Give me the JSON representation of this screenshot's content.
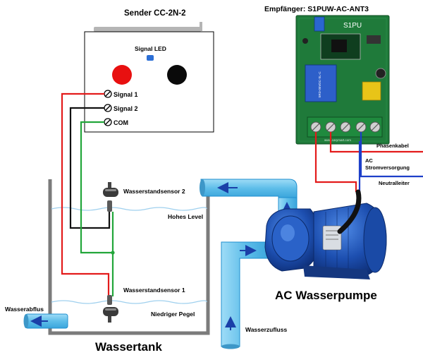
{
  "sender": {
    "title": "Sender CC-2N-2",
    "led_label": "Signal LED",
    "terminals": [
      "Signal 1",
      "Signal 2",
      "COM"
    ]
  },
  "receiver": {
    "title": "Empfänger: S1PUW-AC-ANT3",
    "logo": "S1PU",
    "relay_text": "SRD-05VDC-SL-C",
    "board_text": "www.carymart.com",
    "phase_label": "Phasenkabel",
    "ac_label_1": "AC",
    "ac_label_2": "Stromversorgung",
    "neutral_label": "Neutralleiter"
  },
  "tank": {
    "title": "Wassertank",
    "sensor2": "Wasserstandsensor 2",
    "sensor1": "Wasserstandsensor 1",
    "high_level": "Hohes Level",
    "low_level": "Niedriger Pegel",
    "drain": "Wasserabflus"
  },
  "pump": {
    "title": "AC Wasserpumpe",
    "inflow": "Wasserzufluss"
  },
  "colors": {
    "red_wire": "#e31b1b",
    "black_wire": "#111111",
    "green_wire": "#22a63a",
    "blue_wire": "#1d3fc9",
    "pipe": "#6ec6f0",
    "pipe_stroke": "#1f8fcf",
    "arrow": "#1a3fa8",
    "pcb": "#1f7a3a",
    "pump_body": "#1f55b8"
  }
}
